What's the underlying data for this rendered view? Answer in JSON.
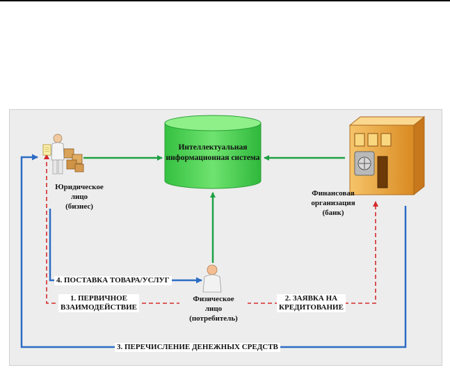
{
  "diagram": {
    "system": {
      "title": "Интеллектуальная информационная система"
    },
    "business": {
      "line1": "Юридическое",
      "line2": "лицо",
      "line3": "(бизнес)"
    },
    "bank": {
      "line1": "Финансовая",
      "line2": "организация",
      "line3": "(банк)"
    },
    "consumer": {
      "line1": "Физическое",
      "line2": "лицо",
      "line3": "(потребитель)"
    },
    "flows": {
      "step1_line1": "1. ПЕРВИЧНОЕ",
      "step1_line2": "ВЗАИМОДЕЙСТВИЕ",
      "step2_line1": "2. ЗАЯВКА НА",
      "step2_line2": "КРЕДИТОВАНИЕ",
      "step3": "3. ПЕРЕЧИСЛЕНИЕ ДЕНЕЖНЫХ СРЕДСТВ",
      "step4": "4. ПОСТАВКА ТОВАРА/УСЛУГ"
    },
    "colors": {
      "data_flow": "#1fa043",
      "interaction": "#d42a2a",
      "money_goods": "#2b6cc4",
      "database": "#3fcf4a"
    }
  }
}
